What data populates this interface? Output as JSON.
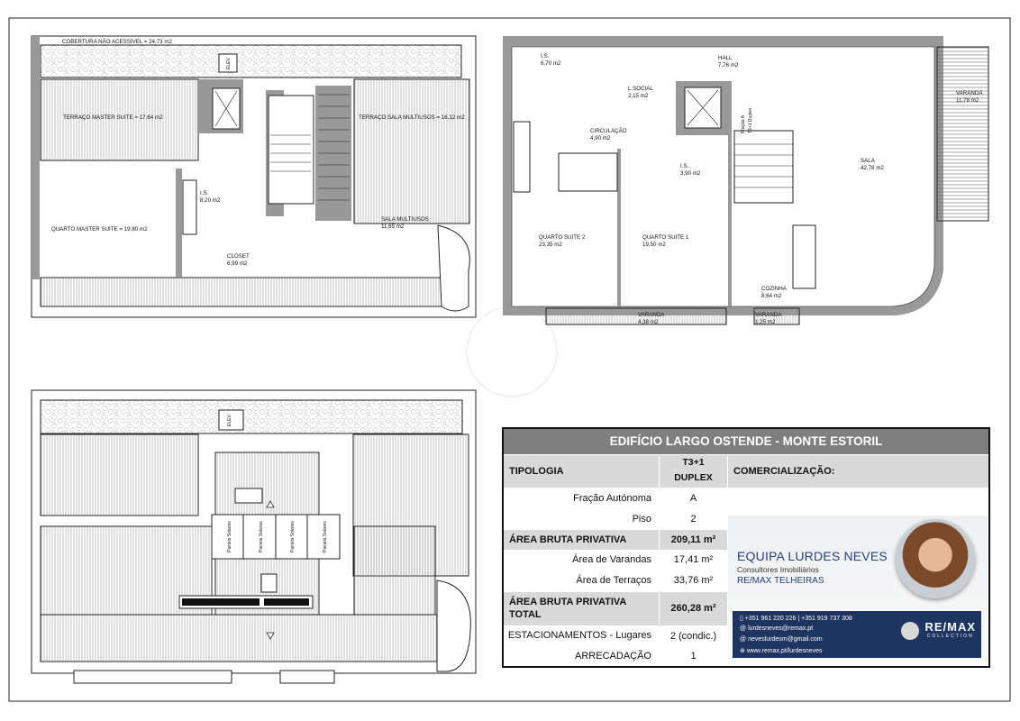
{
  "plans": {
    "upper": {
      "cobertura": "COBERTURA NÃO ACESSÍVEL = 24,73 m2",
      "terraco_master": "TERRAÇO MASTER SUITE = 17,64 m2",
      "terraco_sala": "TERRAÇO SALA MULTIUSOS = 16,12 m2",
      "quarto_master": "QUARTO MASTER SUITE = 19,80 m2",
      "is_name": "I.S.",
      "is_area": "8,20  m2",
      "closet_name": "CLOSET",
      "closet_area": "6,99  m2",
      "sala_name": "SALA MULTIUSOS",
      "sala_area": "11,65  m2",
      "elev": "ELEV."
    },
    "main": {
      "is1_name": "I.S.",
      "is1_area": "6,70  m2",
      "hall_name": "HALL",
      "hall_area": "7,76  m2",
      "lsocial_name": "L.SOCIAL",
      "lsocial_area": "2,15  m2",
      "varanda1_name": "VARANDA",
      "varanda1_area": "11,78  m2",
      "circ_name": "CIRCULAÇÃO",
      "circ_area": "4,90  m2",
      "is2_name": "I.S.",
      "is2_area": "3,90  m2",
      "sala_name": "SALA",
      "sala_area": "42,78  m2",
      "q2_name": "QUARTO SUITE 2",
      "q2_area": "23,35  m2",
      "q1_name": "QUARTO SUITE 1",
      "q1_area": "19,50  m2",
      "cozinha_name": "COZINHA",
      "cozinha_area": "8,64  m2",
      "varanda2_name": "VARANDA",
      "varanda2_area": "4,38  m2",
      "varanda3_name": "VARANDA",
      "varanda3_area": "1,25  m2",
      "fracao_line1": "Fração A",
      "fracao_line2": "T3+1 Duplex"
    },
    "roof": {
      "elev": "ELEV.",
      "panels": [
        "Painéis Solares",
        "Painéis Solares",
        "Painéis Solares",
        "Painéis Solares"
      ]
    }
  },
  "table": {
    "title": "EDIFÍCIO LARGO OSTENDE - MONTE ESTORIL",
    "tipologia_label": "TIPOLOGIA",
    "tipologia_value_1": "T3+1",
    "tipologia_value_2": "DUPLEX",
    "comercializacao": "COMERCIALIZAÇÃO:",
    "rows": [
      {
        "label": "Fração Autónoma",
        "value": "A"
      },
      {
        "label": "Piso",
        "value": "2"
      },
      {
        "label": "ÁREA BRUTA PRIVATIVA",
        "value": "209,11 m²"
      },
      {
        "label": "Área de Varandas",
        "value": "17,41 m²"
      },
      {
        "label": "Área de Terraços",
        "value": "33,76 m²"
      },
      {
        "label": "ÁREA BRUTA PRIVATIVA TOTAL",
        "value": "260,28 m²"
      },
      {
        "label": "ESTACIONAMENTOS - Lugares",
        "value": "2 (condic.)"
      },
      {
        "label": "ARRECADAÇÃO",
        "value": "1"
      }
    ]
  },
  "card": {
    "name": "EQUIPA LURDES NEVES",
    "subtitle": "Consultores Imobiliários",
    "office": "RE/MAX TELHEIRAS",
    "phones": "+351 961 220 226 | +351 919 737 308",
    "email1": "lurdesneves@remax.pt",
    "email2": "neveslurdesm@gmail.com",
    "website": "www.remax.pt/lurdesneves",
    "logo_title": "RE/MAX",
    "logo_sub": "COLLECTION",
    "navy": "#1e3461"
  }
}
